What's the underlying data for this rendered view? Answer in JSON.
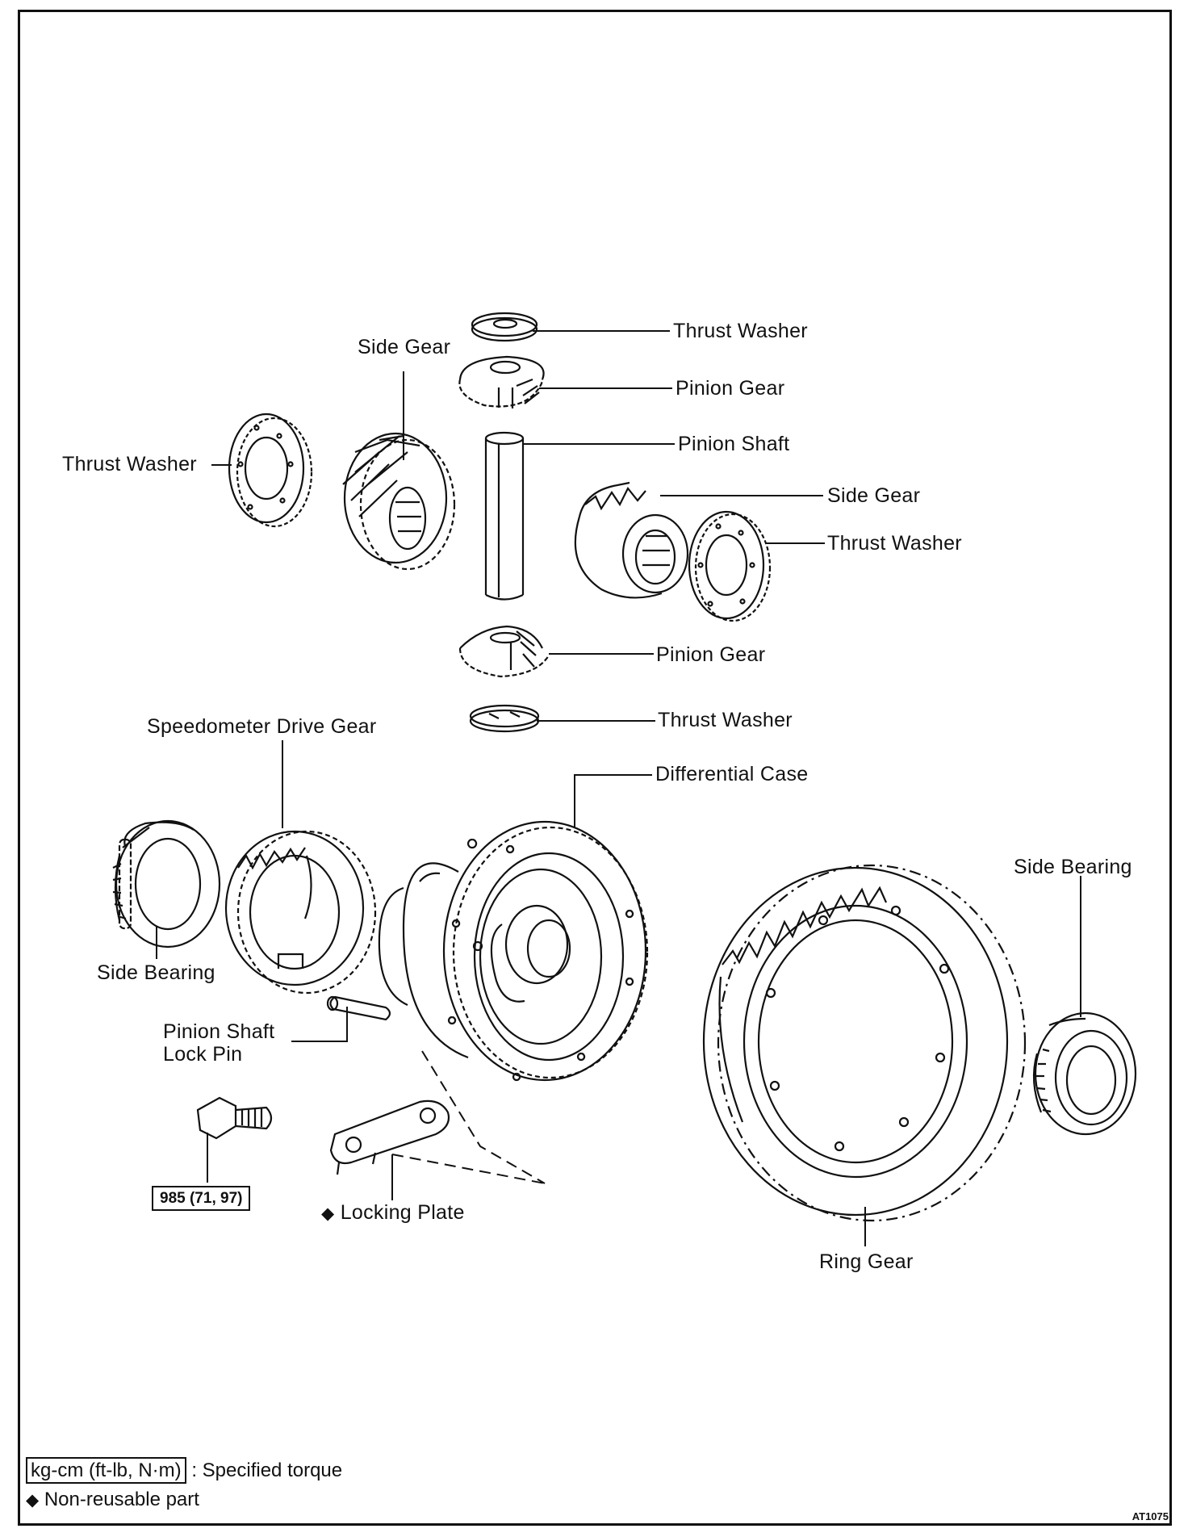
{
  "labels": {
    "thrust_washer_top": "Thrust Washer",
    "pinion_gear_top": "Pinion Gear",
    "pinion_shaft": "Pinion Shaft",
    "side_gear_left": "Side Gear",
    "thrust_washer_left": "Thrust Washer",
    "side_gear_right": "Side Gear",
    "thrust_washer_right": "Thrust Washer",
    "pinion_gear_bottom": "Pinion Gear",
    "thrust_washer_bottom": "Thrust Washer",
    "speedometer_drive_gear": "Speedometer Drive Gear",
    "differential_case": "Differential Case",
    "side_bearing_left": "Side Bearing",
    "side_bearing_right": "Side Bearing",
    "pinion_shaft_lock_pin_line1": "Pinion Shaft",
    "pinion_shaft_lock_pin_line2": "Lock Pin",
    "locking_plate": "Locking Plate",
    "ring_gear": "Ring Gear",
    "torque_value": "985 (71, 97)"
  },
  "legend": {
    "torque_unit": "kg-cm (ft-lb, N·m)",
    "torque_desc": ": Specified torque",
    "non_reusable": "Non-reusable part",
    "non_reusable_symbol": "◆"
  },
  "figure_code": "AT1075"
}
